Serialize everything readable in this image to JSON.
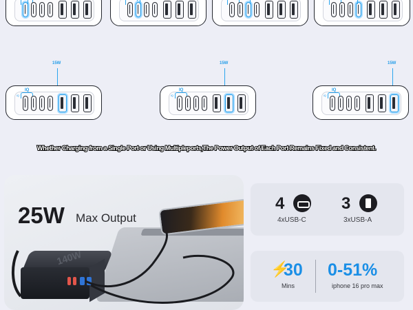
{
  "diagram": {
    "iq_label": "IQ",
    "iq_sublabel": "iQ",
    "watt_label": "15W"
  },
  "caption": "Whether Charging from a Single Port or Using Multipleports,The Power Output of Each Port Remains Fixed and Consistent.",
  "promo": {
    "headline": "25W",
    "subline": "Max Output",
    "charger_badge": "140W"
  },
  "specs": {
    "usb_c": {
      "count": "4",
      "label": "4xUSB-C",
      "icon": "usb-c-port-icon"
    },
    "usb_a": {
      "count": "3",
      "label": "3xUSB-A",
      "icon": "usb-a-port-icon"
    }
  },
  "charging": {
    "time_value": "30",
    "time_unit": "Mins",
    "percent_range": "0-51%",
    "device": "iphone 16 pro max",
    "icon": "lightning-bolt-icon"
  },
  "colors": {
    "accent_blue": "#1b8fe6",
    "highlight_blue": "#2aa5ee",
    "background": "#edeef6"
  }
}
